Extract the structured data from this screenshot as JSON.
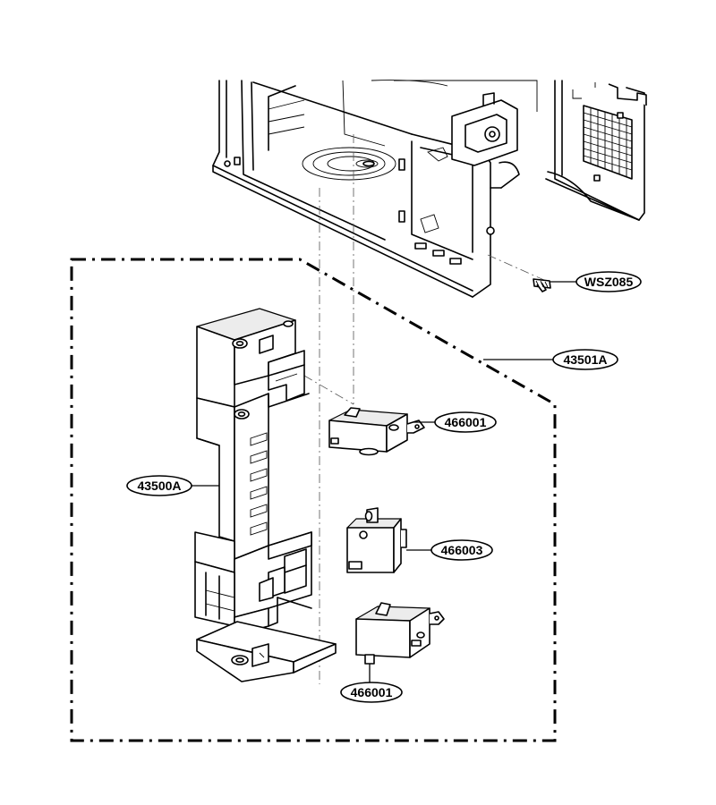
{
  "callouts": {
    "screw": "WSZ085",
    "frame_group": "43501A",
    "latch_board": "43500A",
    "switch_upper": "466001",
    "switch_middle": "466003",
    "switch_lower": "466001"
  }
}
